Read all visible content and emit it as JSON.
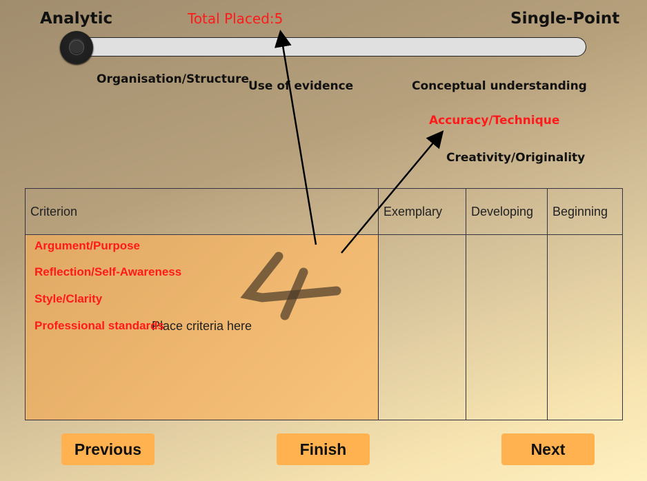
{
  "header": {
    "left_label": "Analytic",
    "right_label": "Single-Point",
    "total_placed": "Total Placed:5",
    "slider_value": 0
  },
  "floating_criteria": [
    {
      "label": "Organisation/Structure",
      "highlighted": false
    },
    {
      "label": "Use of evidence",
      "highlighted": false
    },
    {
      "label": "Conceptual understanding",
      "highlighted": false
    },
    {
      "label": "Accuracy/Technique",
      "highlighted": true
    },
    {
      "label": "Creativity/Originality",
      "highlighted": false
    }
  ],
  "table": {
    "headers": [
      "Criterion",
      "Exemplary",
      "Developing",
      "Beginning"
    ],
    "placeholder": "Place criteria here",
    "placed": [
      "Argument/Purpose",
      "Reflection/Self-Awareness",
      "Style/Clarity",
      "Professional standards"
    ]
  },
  "buttons": {
    "previous": "Previous",
    "finish": "Finish",
    "next": "Next"
  },
  "colors": {
    "highlight": "#ff1a1a",
    "button": "#ffb24f"
  }
}
